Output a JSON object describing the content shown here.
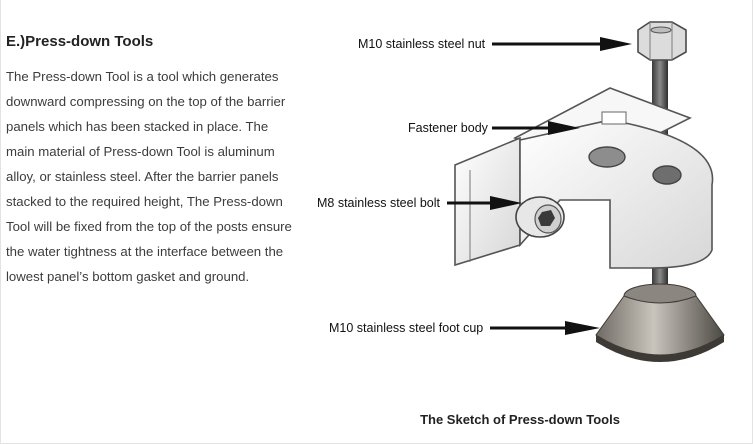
{
  "section": {
    "title": "E.)Press-down Tools",
    "body": "The Press-down Tool is a tool which generates downward compressing on the top of the barrier panels which has been stacked in place. The main material of Press-down Tool is aluminum alloy, or stainless steel. After the barrier panels stacked to the required height, The Press-down Tool will be fixed from the top of the posts ensure the water tightness at the interface between the lowest panel’s bottom gasket and ground."
  },
  "diagram": {
    "labels": {
      "nut": "M10 stainless steel nut",
      "fastener": "Fastener body",
      "bolt": "M8 stainless steel bolt",
      "foot_cup": "M10 stainless steel foot cup"
    },
    "caption": "The Sketch of Press-down Tools"
  }
}
